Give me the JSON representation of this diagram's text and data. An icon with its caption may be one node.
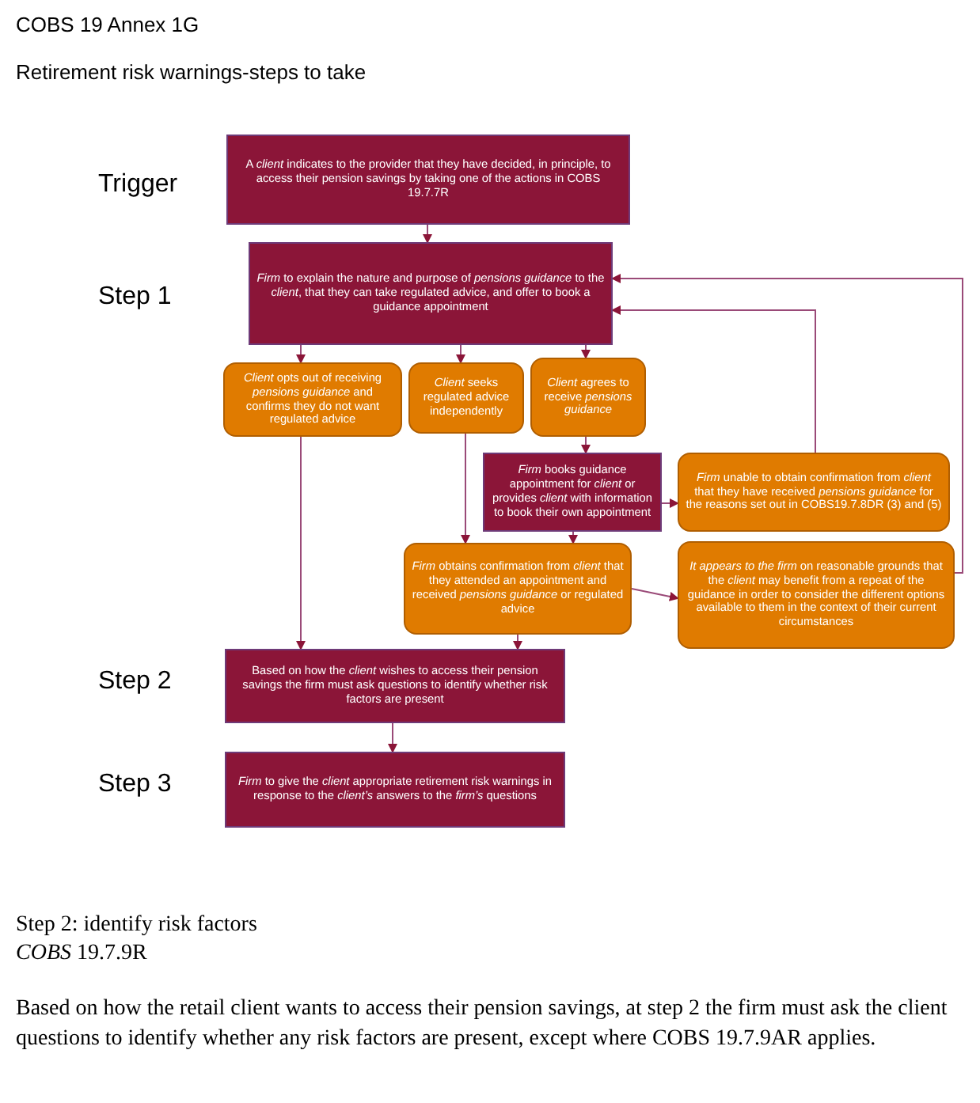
{
  "diagram": {
    "title": "Retirement risk warnings-steps to take",
    "nodes": [
      {
        "text": [
          "A *client* indicates to the provider that they have decided, in principle, to access their pension savings by taking one of the actions in COBS 19.7.7R"
        ],
        "beside": [
          "Trigger"
        ]
      },
      {
        "text": [
          "*Firm* to explain the nature and purpose of *pensions guidance* to the *client*, that they can take regulated advice, and offer to book a guidance appointment"
        ],
        "beside": [
          "Step 1"
        ]
      },
      {
        "text": [
          "*Client* opts out of receiving *pensions guidance* and confirms they do not want regulated advice"
        ]
      },
      {
        "text": [
          "*Client* seeks regulated advice independently"
        ]
      },
      {
        "text": [
          "*Client* agrees to receive *pensions guidance*"
        ]
      },
      {
        "text": [
          "*Firm* books guidance appointment for *client* or provides *client* with information to book their own appointment"
        ]
      },
      {
        "text": [
          "*Firm* unable to obtain confirmation from *client* that they have received *pensions guidance* for the reasons set out in COBS19.7.8DR (3) and (5)"
        ]
      },
      {
        "text": [
          "*Firm* obtains confirmation from *client* that they attended an appointment and received *pensions guidance* or regulated advice"
        ]
      },
      {
        "text": [
          "*It appears to the firm* on reasonable grounds that the *client* may benefit from a repeat of the guidance in order to consider the different options available to them in the context of their current circumstances"
        ]
      },
      {
        "text": [
          "Based on how the *client* wishes to access their pension savings the firm must ask questions to identify whether risk factors are present"
        ],
        "beside": [
          "Step 2"
        ]
      },
      {
        "text": [
          "*Firm* to give the *client* appropriate retirement risk warnings in response to the *client’s* answers to the *firm’s* questions"
        ],
        "beside": [
          "Step 3"
        ]
      }
    ],
    "edges": [
      {
        "from": 0,
        "to": 1,
        "arrow": "to"
      },
      {
        "from": 1,
        "to": 2,
        "arrow": "to"
      },
      {
        "from": 1,
        "to": 3,
        "arrow": "to"
      },
      {
        "from": 1,
        "to": 4,
        "arrow": "to"
      },
      {
        "from": 4,
        "to": 5,
        "arrow": "to"
      },
      {
        "from": 5,
        "to": 6,
        "arrow": "to"
      },
      {
        "from": 6,
        "to": 1,
        "arrow": "to"
      },
      {
        "from": 8,
        "to": 1,
        "arrow": "to"
      },
      {
        "from": 3,
        "to": 7,
        "arrow": "to"
      },
      {
        "from": 5,
        "to": 7,
        "arrow": "to"
      },
      {
        "from": 7,
        "to": 8,
        "arrow": "to"
      },
      {
        "from": 2,
        "to": 9,
        "arrow": "to"
      },
      {
        "from": 7,
        "to": 9,
        "arrow": "to"
      },
      {
        "from": 9,
        "to": 10,
        "arrow": "to"
      }
    ],
    "labels": [
      "COBS 19 Annex 1G",
      "Step 2: identify risk factors",
      "*COBS* 19.7.9R",
      "Based on how the retail client wants to access their pension savings, at step 2 the firm must ask the client questions to identify whether any risk factors are present, except where COBS 19.7.9AR applies."
    ]
  }
}
